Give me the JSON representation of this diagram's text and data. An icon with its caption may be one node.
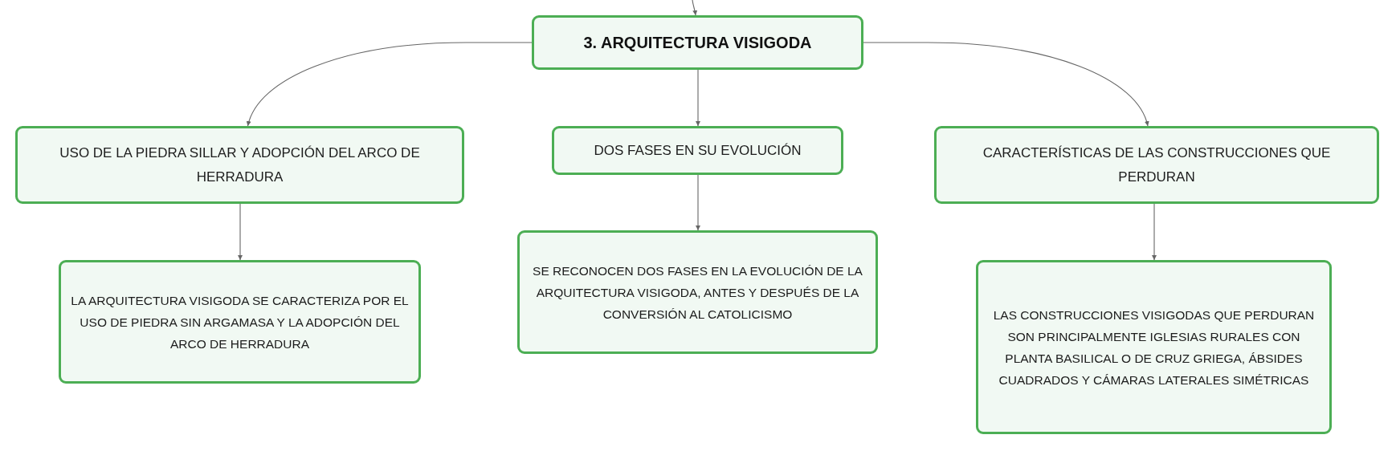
{
  "diagram": {
    "nodes": [
      {
        "text": [
          "3. ARQUITECTURA VISIGODA"
        ]
      },
      {
        "text": [
          "USO DE LA PIEDRA SILLAR Y ADOPCIÓN DEL ARCO DE HERRADURA"
        ]
      },
      {
        "text": [
          "DOS FASES EN SU EVOLUCIÓN"
        ]
      },
      {
        "text": [
          "CARACTERÍSTICAS DE LAS CONSTRUCCIONES QUE PERDURAN"
        ]
      },
      {
        "text": [
          "LA ARQUITECTURA VISIGODA SE CARACTERIZA POR EL USO DE PIEDRA SIN ARGAMASA Y LA ADOPCIÓN DEL ARCO DE HERRADURA"
        ]
      },
      {
        "text": [
          "SE RECONOCEN DOS FASES EN LA EVOLUCIÓN DE LA ARQUITECTURA VISIGODA, ANTES Y DESPUÉS DE LA CONVERSIÓN AL CATOLICISMO"
        ]
      },
      {
        "text": [
          "LAS CONSTRUCCIONES VISIGODAS QUE PERDURAN SON PRINCIPALMENTE IGLESIAS RURALES CON PLANTA BASILICAL O DE CRUZ GRIEGA, ÁBSIDES CUADRADOS Y CÁMARAS LATERALES SIMÉTRICAS"
        ]
      }
    ],
    "edges": [
      {
        "from": null,
        "to": 0,
        "arrow": "to"
      },
      {
        "from": 0,
        "to": 1,
        "arrow": "to"
      },
      {
        "from": 0,
        "to": 2,
        "arrow": "to"
      },
      {
        "from": 0,
        "to": 3,
        "arrow": "to"
      },
      {
        "from": 1,
        "to": 4,
        "arrow": "to"
      },
      {
        "from": 2,
        "to": 5,
        "arrow": "to"
      },
      {
        "from": 3,
        "to": 6,
        "arrow": "to"
      }
    ]
  }
}
